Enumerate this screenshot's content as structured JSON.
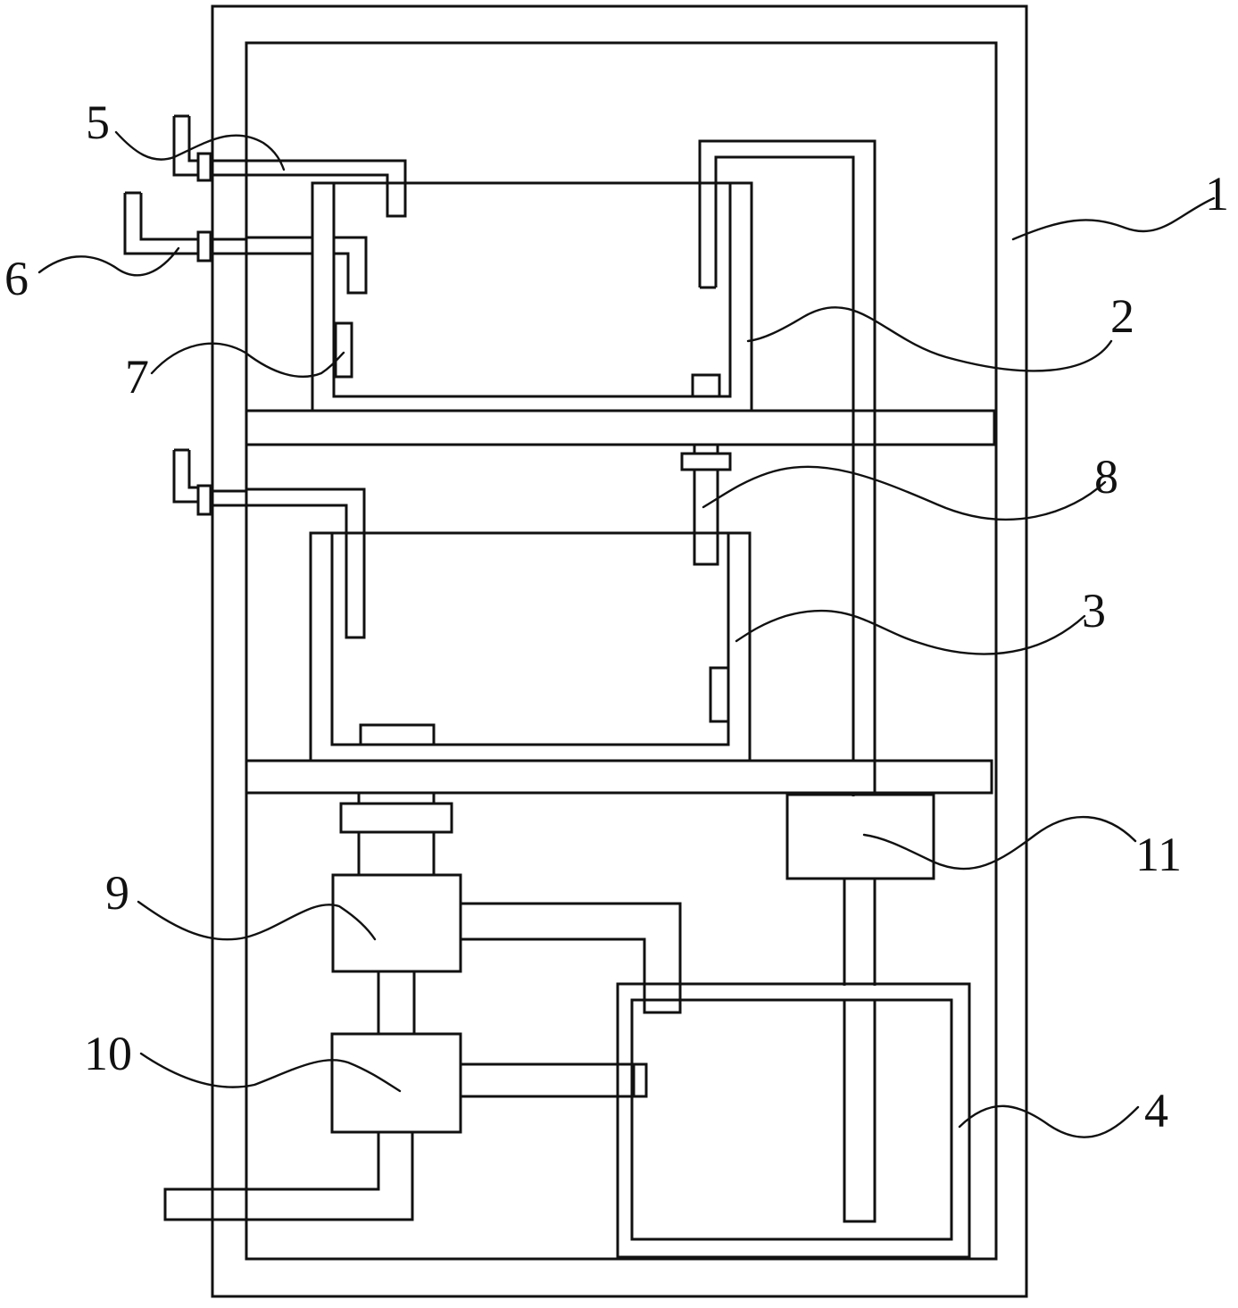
{
  "diagram": {
    "labels": [
      {
        "id": "1",
        "text": "1"
      },
      {
        "id": "2",
        "text": "2"
      },
      {
        "id": "3",
        "text": "3"
      },
      {
        "id": "4",
        "text": "4"
      },
      {
        "id": "5",
        "text": "5"
      },
      {
        "id": "6",
        "text": "6"
      },
      {
        "id": "7",
        "text": "7"
      },
      {
        "id": "8",
        "text": "8"
      },
      {
        "id": "9",
        "text": "9"
      },
      {
        "id": "10",
        "text": "10"
      },
      {
        "id": "11",
        "text": "11"
      }
    ],
    "colors": {
      "line": "#111111",
      "background": "#ffffff"
    }
  }
}
